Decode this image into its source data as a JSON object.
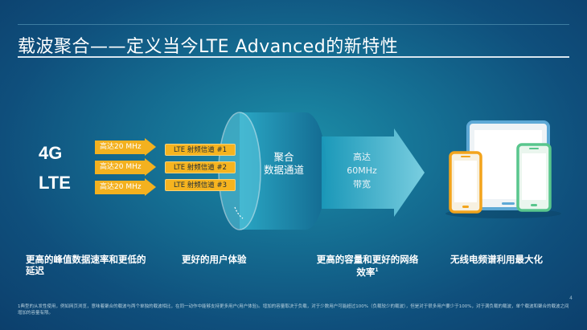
{
  "title": "载波聚合——定义当今LTE Advanced的新特性",
  "labels": {
    "g4": "4G",
    "lte": "LTE"
  },
  "input_arrows": [
    "高达20 MHz",
    "高达20 MHz",
    "高达20 MHz"
  ],
  "channels": [
    "LTE 射频信道 #1",
    "LTE 射频信道 #2",
    "LTE 射频信道 #3"
  ],
  "pipe_label": {
    "line1": "聚合",
    "line2": "数据通道"
  },
  "bandwidth": {
    "line1": "高达",
    "line2": "60MHz",
    "line3": "带宽"
  },
  "benefits": {
    "b1": "更高的峰值数据速率和更低的延迟",
    "b2": "更好的用户体验",
    "b3_main": "更高的容量和更好的网络效率",
    "b3_sup": "1",
    "b4": "无线电频谱利用最大化"
  },
  "footnote": "1典型的从发性使用，例如网页浏览，意味着聚合的载波与两个单独的载波相比，在同一动作中能够支持更多用户(用户体验)。增加的容量取决于负载，对于少数用户可能超过100%（负载较少的载波），但是对于很多用户要少于100%，对于满负载的载波，单个载波和聚合的载波之间增加的容量有限。",
  "page_number": "4",
  "colors": {
    "accent": "#f3b11f",
    "bg": "#156f93"
  }
}
